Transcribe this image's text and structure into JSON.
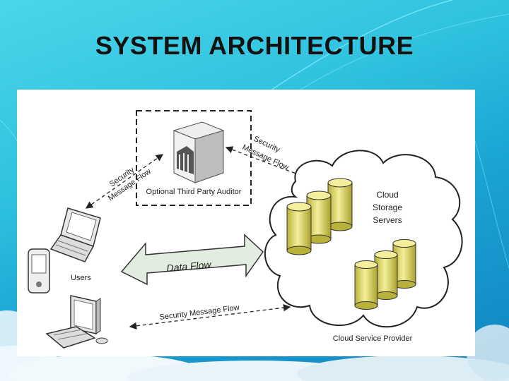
{
  "slide": {
    "title": "SYSTEM ARCHITECTURE"
  },
  "diagram": {
    "auditor_label": "Optional Third Party Auditor",
    "users_label": "Users",
    "data_flow_label": "Data Flow",
    "security_flow_bottom": "Security Message Flow",
    "security_flow_left_line1": "Security",
    "security_flow_left_line2": "Message Flow",
    "security_flow_right_line1": "Security",
    "security_flow_right_line2": "Message Flow",
    "cloud_storage_line1": "Cloud",
    "cloud_storage_line2": "Storage",
    "cloud_storage_line3": "Servers",
    "cloud_provider_label": "Cloud Service Provider"
  },
  "colors": {
    "cylinder_fill": "#e6e07a",
    "arrow_fill": "#e3ece0",
    "background_accent": "#2fc2df"
  }
}
